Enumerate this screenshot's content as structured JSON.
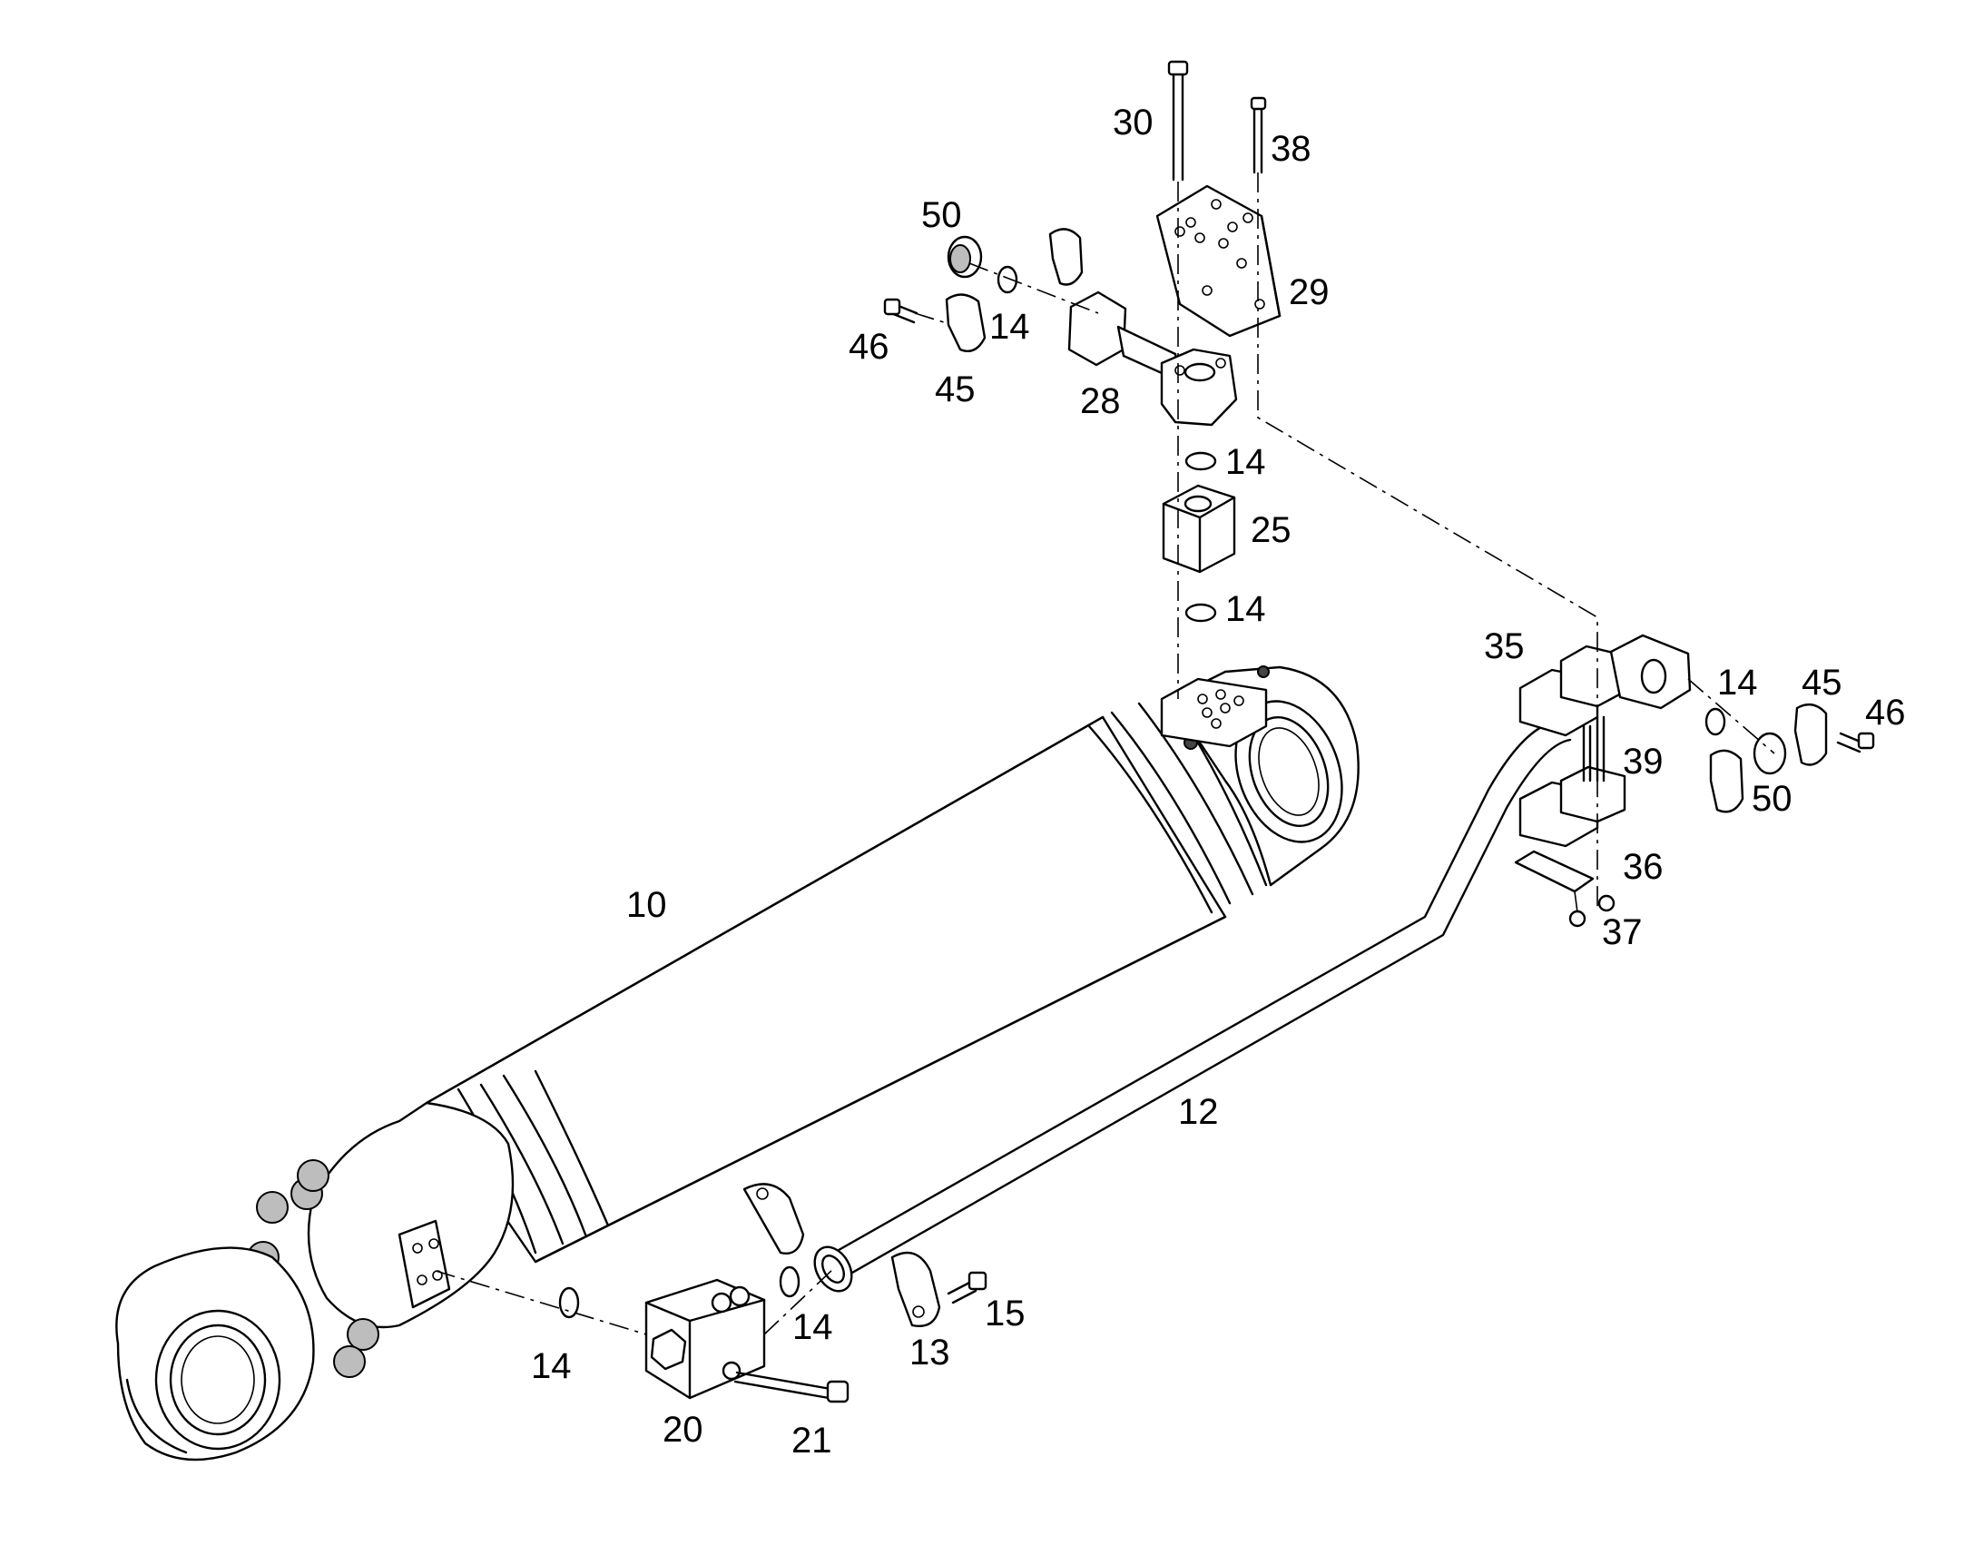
{
  "callouts": {
    "c10": "10",
    "c12": "12",
    "c13": "13",
    "c14": "14",
    "c15": "15",
    "c20": "20",
    "c21": "21",
    "c25": "25",
    "c28": "28",
    "c29": "29",
    "c30": "30",
    "c35": "35",
    "c36": "36",
    "c37": "37",
    "c38": "38",
    "c39": "39",
    "c45": "45",
    "c46": "46",
    "c50": "50"
  }
}
